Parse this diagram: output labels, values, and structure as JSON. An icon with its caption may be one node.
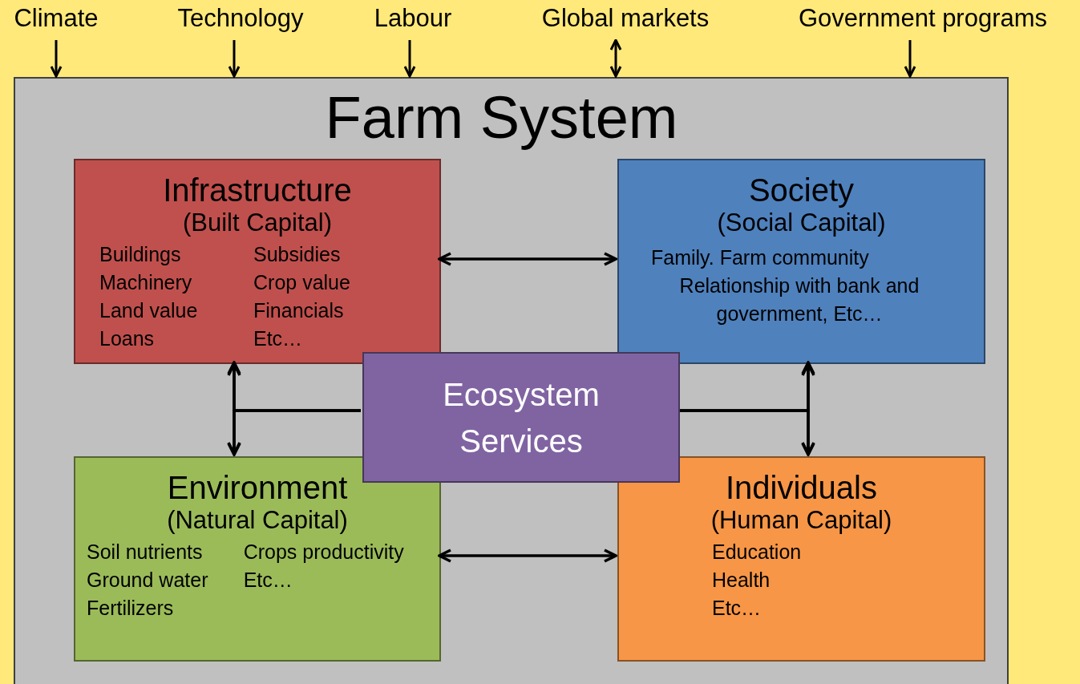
{
  "diagram": {
    "nodes": [
      {
        "text": [
          "Climate"
        ]
      },
      {
        "text": [
          "Technology"
        ]
      },
      {
        "text": [
          "Labour"
        ]
      },
      {
        "text": [
          "Global markets"
        ]
      },
      {
        "text": [
          "Government programs"
        ]
      },
      {
        "text": [
          "Farm System"
        ]
      },
      {
        "text": [
          "Infrastructure",
          "(Built Capital)",
          "Buildings",
          "Subsidies",
          "Machinery",
          "Crop value",
          "Land value",
          "Financials",
          "Loans",
          "Etc…"
        ],
        "in": 5
      },
      {
        "text": [
          "Society",
          "(Social Capital)",
          "Family. Farm community",
          "Relationship with bank and government, Etc…"
        ],
        "in": 5
      },
      {
        "text": [
          "Ecosystem Services"
        ],
        "in": 5
      },
      {
        "text": [
          "Environment",
          "(Natural Capital)",
          "Soil nutrients",
          "Crops productivity",
          "Ground water",
          "Etc…",
          "Fertilizers"
        ],
        "in": 5
      },
      {
        "text": [
          "Individuals",
          "(Human Capital)",
          "Education",
          "Health",
          "Etc…"
        ],
        "in": 5
      }
    ],
    "edges": [
      {
        "from": 0,
        "to": 5,
        "arrow": "to"
      },
      {
        "from": 1,
        "to": 5,
        "arrow": "to"
      },
      {
        "from": 2,
        "to": 5,
        "arrow": "to"
      },
      {
        "from": 3,
        "to": 5,
        "arrow": "both"
      },
      {
        "from": 4,
        "to": 5,
        "arrow": "to"
      },
      {
        "from": 6,
        "to": 7,
        "arrow": "both"
      },
      {
        "from": 6,
        "to": 9,
        "arrow": "both"
      },
      {
        "from": 7,
        "to": 10,
        "arrow": "both"
      },
      {
        "from": 9,
        "to": 10,
        "arrow": "both"
      },
      {
        "from": 8,
        "to": 6,
        "arrow": "to"
      },
      {
        "from": 8,
        "to": 9,
        "arrow": "to"
      },
      {
        "from": 8,
        "to": 7,
        "arrow": "to"
      },
      {
        "from": 8,
        "to": 10,
        "arrow": "to"
      }
    ]
  }
}
